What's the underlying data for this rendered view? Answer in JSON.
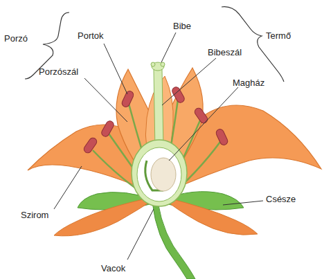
{
  "diagram": {
    "labels": [
      "Porzó",
      "Portok",
      "Bibe",
      "Termő",
      "Bibeszál",
      "Porzószál",
      "Magház",
      "Szirom",
      "Csésze",
      "Vacok"
    ]
  }
}
